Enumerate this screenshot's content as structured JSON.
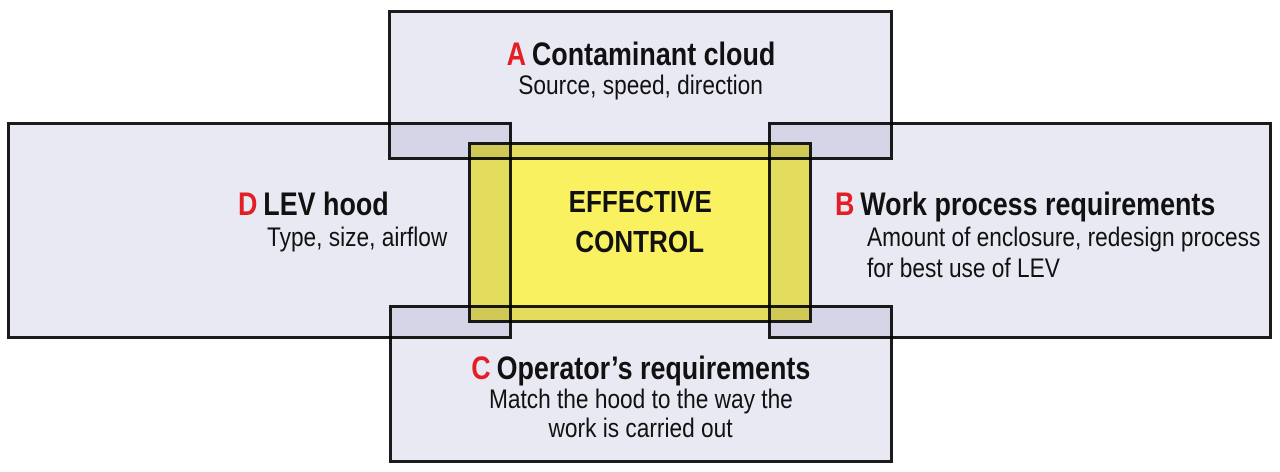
{
  "diagram": {
    "center": {
      "line1": "EFFECTIVE",
      "line2": "CONTROL"
    },
    "boxes": [
      {
        "id": "A",
        "letter": "A",
        "title": "Contaminant cloud",
        "subtitle_lines": [
          "Source, speed, direction"
        ]
      },
      {
        "id": "B",
        "letter": "B",
        "title": "Work process requirements",
        "subtitle_lines": [
          "Amount of enclosure, redesign process",
          "for best use of LEV"
        ]
      },
      {
        "id": "C",
        "letter": "C",
        "title": "Operator’s requirements",
        "subtitle_lines": [
          "Match the hood to the way the",
          "work is carried out"
        ]
      },
      {
        "id": "D",
        "letter": "D",
        "title": "LEV hood",
        "subtitle_lines": [
          "Type, size, airflow"
        ]
      }
    ],
    "colors": {
      "panel_fill": "#e9e9f3",
      "highlight_fill": "#f9f160",
      "key_letter": "#e31e25",
      "border": "#1b1b1b",
      "text": "#111111"
    }
  }
}
